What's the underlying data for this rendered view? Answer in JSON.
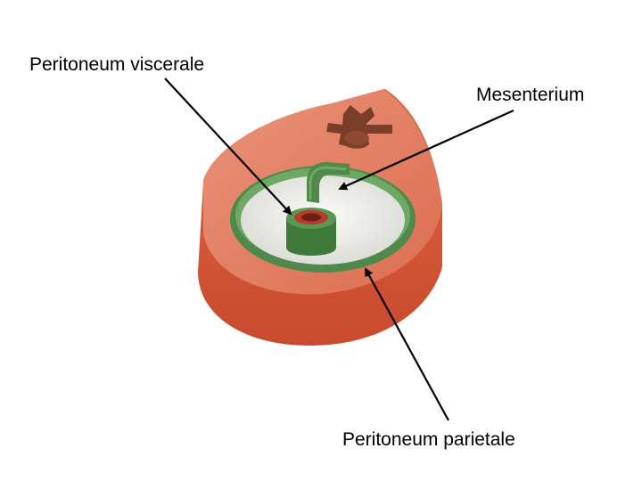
{
  "labels": {
    "visceral": "Peritoneum viscerale",
    "mesenterium": "Mesenterium",
    "parietale": "Peritoneum parietale"
  },
  "colors": {
    "wall_outer": "#d9563a",
    "wall_top": "#e3835f",
    "peritoneum_green": "#4f8a4a",
    "peritoneum_green_light": "#6ea865",
    "cavity": "#ededea",
    "vertebra": "#7a3e2a",
    "arrow": "#000000"
  }
}
